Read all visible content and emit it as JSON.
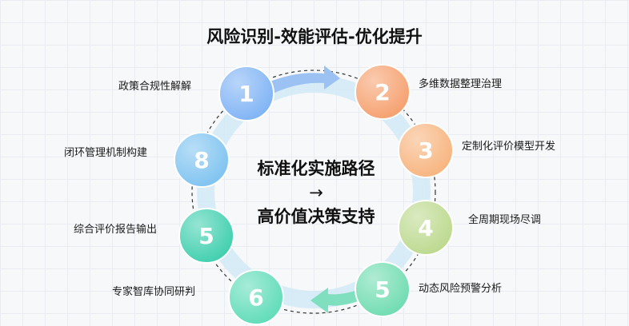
{
  "title": "风险识别-效能评估-优化提升",
  "center": {
    "line1": "标准化实施路径",
    "arrow": "→",
    "line2": "高价值决策支持"
  },
  "steps": [
    {
      "num": "1",
      "label": "政策合规性解解",
      "color": "#7fb3f5"
    },
    {
      "num": "2",
      "label": "多维数据整理治理",
      "color": "#f6a06e"
    },
    {
      "num": "3",
      "label": "定制化评价模型开发",
      "color": "#f7b47e"
    },
    {
      "num": "4",
      "label": "全周期现场尽调",
      "color": "#bcd98e"
    },
    {
      "num": "5",
      "label": "动态风险预警分析",
      "color": "#6fdcb0"
    },
    {
      "num": "6",
      "label": "专家智库协同研判",
      "color": "#5fdcb8"
    },
    {
      "num": "5",
      "label": "综合评价报告输出",
      "color": "#3fcfae"
    },
    {
      "num": "8",
      "label": "闭环管理机制构建",
      "color": "#7ec3f0"
    }
  ]
}
